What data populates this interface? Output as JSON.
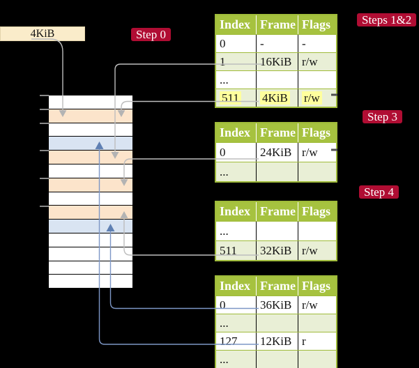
{
  "frame_box": {
    "label": "4KiB"
  },
  "step_labels": {
    "step0": "Step 0",
    "steps12": "Steps 1&2",
    "step3": "Step 3",
    "step4": "Step 4"
  },
  "tables": {
    "t1": {
      "headers": [
        "Index",
        "Frame",
        "Flags"
      ],
      "rows": [
        [
          "0",
          "-",
          "-"
        ],
        [
          "1",
          "16KiB",
          "r/w"
        ],
        [
          "...",
          "",
          ""
        ],
        [
          "511",
          "4KiB",
          "r/w"
        ]
      ]
    },
    "t2": {
      "headers": [
        "Index",
        "Frame",
        "Flags"
      ],
      "rows": [
        [
          "0",
          "24KiB",
          "r/w"
        ],
        [
          "...",
          "",
          ""
        ]
      ]
    },
    "t3": {
      "headers": [
        "Index",
        "Frame",
        "Flags"
      ],
      "rows": [
        [
          "...",
          "",
          ""
        ],
        [
          "511",
          "32KiB",
          "r/w"
        ]
      ]
    },
    "t4": {
      "headers": [
        "Index",
        "Frame",
        "Flags"
      ],
      "rows": [
        [
          "0",
          "36KiB",
          "r/w"
        ],
        [
          "...",
          "",
          ""
        ],
        [
          "127",
          "12KiB",
          "r"
        ],
        [
          "...",
          "",
          ""
        ]
      ]
    }
  },
  "stack": {
    "row_colors": [
      "white",
      "peach",
      "white",
      "blue",
      "peach",
      "white",
      "peach",
      "white",
      "peach",
      "blue",
      "white",
      "white",
      "white",
      "white"
    ]
  },
  "colors": {
    "accent_crimson": "#b00d33",
    "table_header_green": "#a6c23f",
    "table_row_green": "#e9efd6",
    "table_border_olive": "#9fbb3a",
    "highlight_yellow": "#ffff9d",
    "frame_box_cream": "#faecca",
    "memory_peach": "#fce4cb",
    "memory_blue": "#d9e4f2",
    "gray_line": "#bdbdbd",
    "blue_line": "#7d97c6"
  }
}
